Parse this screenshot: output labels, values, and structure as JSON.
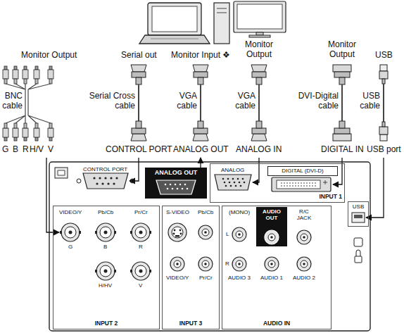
{
  "diagram": {
    "nodes": [
      {
        "text": [
          "ANALOG OUT"
        ]
      },
      {
        "text": [
          "INPUT 1"
        ]
      },
      {
        "text": [
          "DIGITAL (DVI-D)"
        ],
        "in": 1
      },
      {
        "text": [
          "USB"
        ]
      },
      {
        "text": [
          "INPUT 2"
        ]
      },
      {
        "text": [
          "INPUT 3"
        ]
      },
      {
        "text": [
          "AUDIO IN"
        ]
      },
      {
        "text": [
          "AUDIO OUT"
        ],
        "in": 6
      }
    ],
    "labels": [
      "Monitor Output",
      "Serial out",
      "Monitor Input ❖",
      "Monitor Output",
      "Monitor Output",
      "USB",
      "BNC cable",
      "Serial Cross cable",
      "VGA cable",
      "VGA cable",
      "DVI-Digital cable",
      "USB cable",
      "G",
      "B",
      "R",
      "H/V",
      "V",
      "CONTROL PORT",
      "ANALOG OUT",
      "ANALOG IN",
      "DIGITAL IN",
      "USB port",
      "CONTROL PORT",
      "ANALOG",
      "VIDEO/Y",
      "Pb/Cb",
      "Pr/Cr",
      "G",
      "B",
      "R",
      "H/HV",
      "V",
      "S-VIDEO",
      "Pb/Cb",
      "VIDEO/Y",
      "Pr/Cr",
      "(MONO)",
      "L",
      "R",
      "R/C JACK",
      "AUDIO 3",
      "AUDIO 1",
      "AUDIO 2"
    ]
  }
}
